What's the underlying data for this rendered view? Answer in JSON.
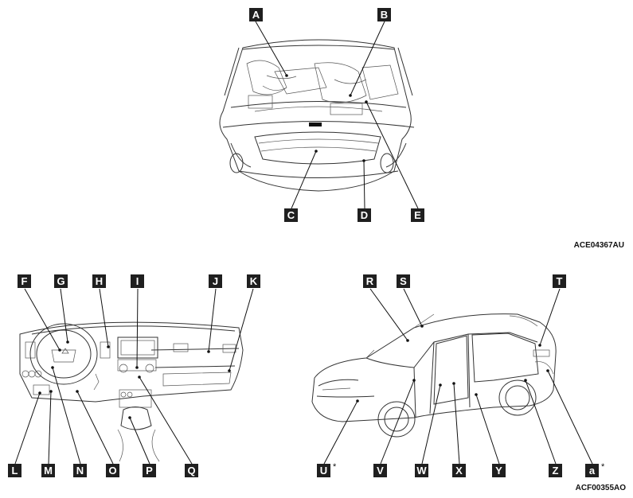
{
  "engine_labels": [
    "A",
    "B",
    "C",
    "D",
    "E"
  ],
  "dashboard_labels_top": [
    "F",
    "G",
    "H",
    "I",
    "J",
    "K"
  ],
  "dashboard_labels_bottom": [
    "L",
    "M",
    "N",
    "O",
    "P",
    "Q"
  ],
  "exterior_labels_top": [
    "R",
    "S",
    "T"
  ],
  "exterior_labels_bottom": [
    "U",
    "V",
    "W",
    "X",
    "Y",
    "Z",
    "a"
  ],
  "asterisk": "*",
  "codes": {
    "engine": "ACE04367AU",
    "exterior": "ACF00355AO"
  }
}
